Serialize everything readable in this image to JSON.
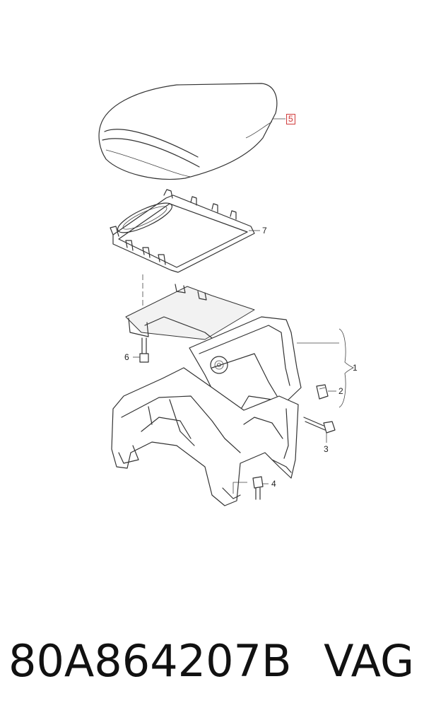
{
  "diagram": {
    "callouts": [
      {
        "id": "1",
        "label": "1"
      },
      {
        "id": "2",
        "label": "2"
      },
      {
        "id": "3",
        "label": "3"
      },
      {
        "id": "4",
        "label": "4"
      },
      {
        "id": "5",
        "label": "5",
        "highlighted": true
      },
      {
        "id": "6",
        "label": "6"
      },
      {
        "id": "7",
        "label": "7"
      }
    ],
    "highlight_color": "#d04040"
  },
  "footer": {
    "part_number": "80A864207B",
    "brand": "VAG"
  }
}
